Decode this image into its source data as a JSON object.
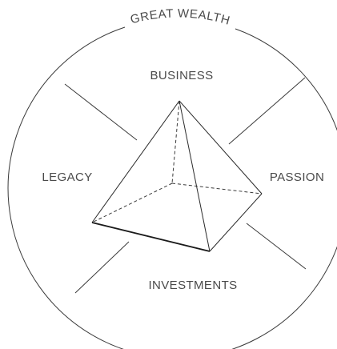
{
  "diagram": {
    "circle_title": "GREAT WEALTH",
    "labels": {
      "top": "BUSINESS",
      "left": "LEGACY",
      "right": "PASSION",
      "bottom": "INVESTMENTS"
    }
  }
}
